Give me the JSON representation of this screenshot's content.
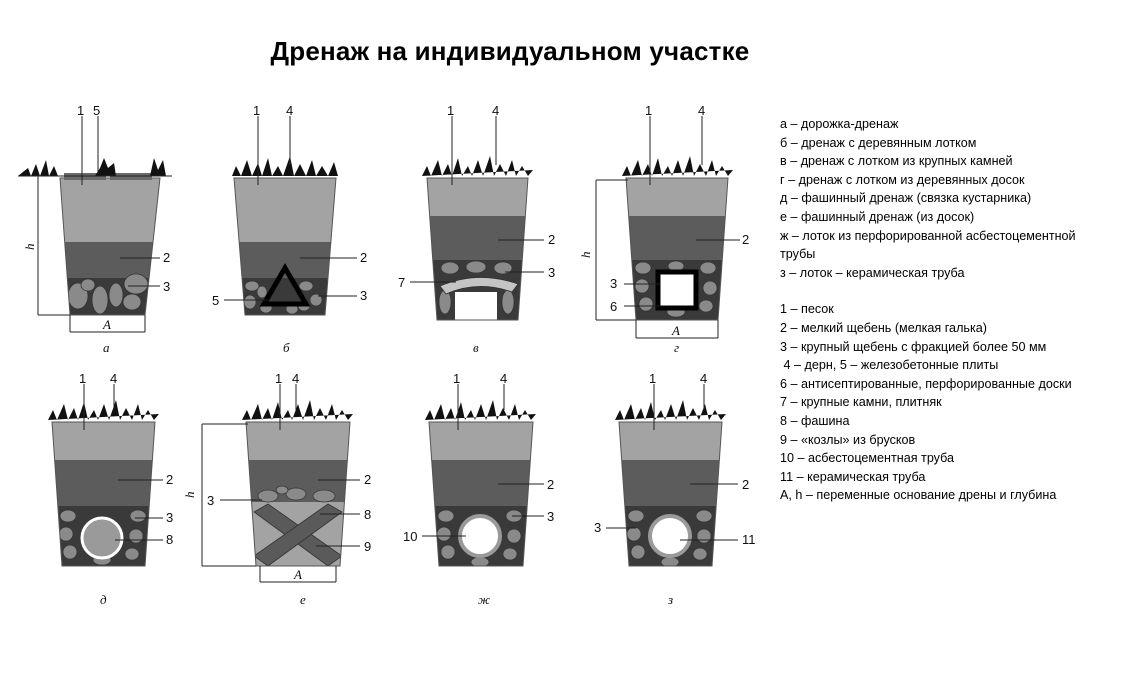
{
  "title": "Дренаж на индивидуальном участке",
  "panels": [
    {
      "id": "a",
      "caption": "а",
      "top_labels": [
        "1",
        "5"
      ],
      "side_labels": [
        "2",
        "3"
      ],
      "h_label": "h",
      "a_label": "A"
    },
    {
      "id": "b",
      "caption": "б",
      "top_labels": [
        "1",
        "4"
      ],
      "side_labels": [
        "2",
        "3",
        "5"
      ]
    },
    {
      "id": "v",
      "caption": "в",
      "top_labels": [
        "1",
        "4"
      ],
      "side_labels": [
        "2",
        "3",
        "7"
      ]
    },
    {
      "id": "g",
      "caption": "г",
      "top_labels": [
        "1",
        "4"
      ],
      "side_labels": [
        "2",
        "3",
        "6"
      ],
      "h_label": "h",
      "a_label": "A"
    },
    {
      "id": "d",
      "caption": "д",
      "top_labels": [
        "1",
        "4"
      ],
      "side_labels": [
        "2",
        "3",
        "8"
      ]
    },
    {
      "id": "e",
      "caption": "е",
      "top_labels": [
        "1",
        "4"
      ],
      "side_labels": [
        "2",
        "3",
        "8",
        "9"
      ],
      "h_label": "h",
      "a_label": "A"
    },
    {
      "id": "zh",
      "caption": "ж",
      "top_labels": [
        "1",
        "4"
      ],
      "side_labels": [
        "2",
        "3",
        "10"
      ]
    },
    {
      "id": "z",
      "caption": "з",
      "top_labels": [
        "1",
        "4"
      ],
      "side_labels": [
        "2",
        "3",
        "11"
      ]
    }
  ],
  "legend": {
    "types": [
      "а – дорожка-дренаж",
      "б – дренаж с деревянным лотком",
      "в – дренаж с лотком из крупных камней",
      "г – дренаж с лотком из деревянных досок",
      "д – фашинный дренаж (связка кустарника)",
      "е – фашинный дренаж (из досок)",
      "ж – лоток из перфорированной асбестоцементной",
      "трубы",
      "з – лоток – керамическая труба"
    ],
    "materials": [
      "1 – песок",
      "2 – мелкий щебень (мелкая галька)",
      "3 – крупный щебень с фракцией более 50 мм",
      " 4 – дерн, 5 – железобетонные плиты",
      "6 – антисептированные, перфорированные доски",
      "7 – крупные камни, плитняк",
      "8 – фашина",
      "9 – «козлы» из брусков",
      "10 – асбестоцементная труба",
      "11 – керамическая труба",
      "A, h – переменные основание дрены и глубина"
    ]
  },
  "colors": {
    "sand": "#a3a3a3",
    "gravel": "#5c5c5c",
    "stone_bg": "#3a3a3a",
    "stone_light": "#b5b5b5",
    "stone_dark": "#7a7a7a",
    "grass": "#111111",
    "pipe_gray": "#9a9a9a",
    "wood": "#5a5a5a"
  }
}
